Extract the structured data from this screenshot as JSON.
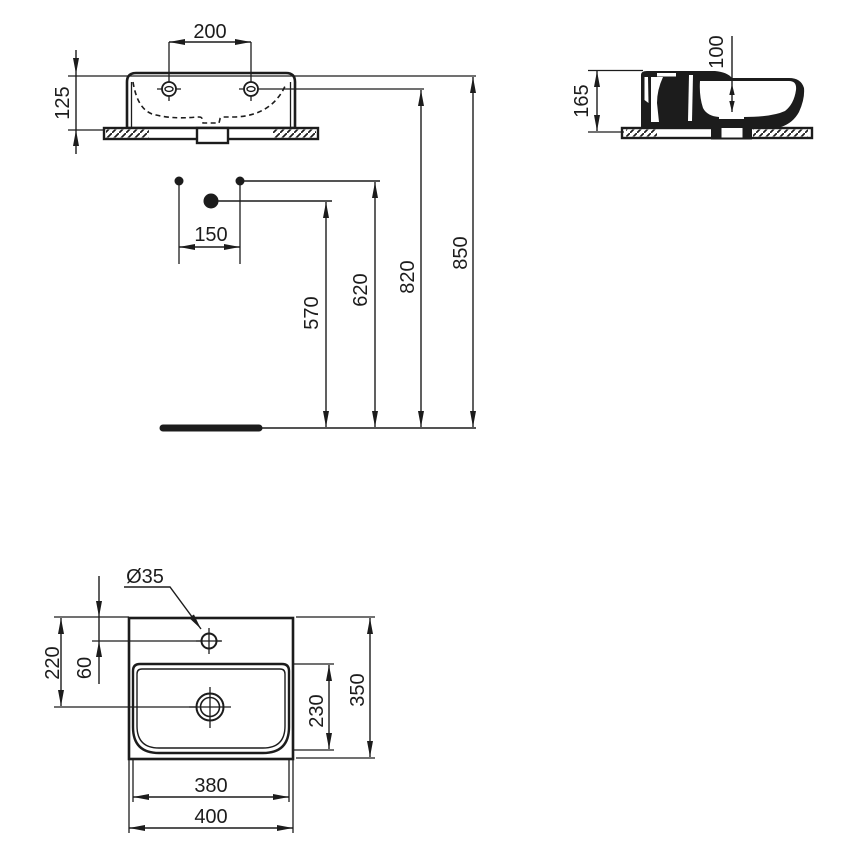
{
  "page": {
    "background": "#ffffff",
    "line_color": "#1c1c1c",
    "description": "Washbasin technical dimension drawing, three views"
  },
  "views": {
    "front_view": {
      "name": "front-elevation",
      "dims": {
        "hole_spacing": "200",
        "apron_height": "125"
      }
    },
    "side_view": {
      "name": "side-section",
      "dims": {
        "total_height": "165",
        "bowl_depth": "100"
      }
    },
    "installation": {
      "name": "installation-heights",
      "dims": {
        "supply_spacing": "150",
        "drain_height": "570",
        "supply_height": "620",
        "fixing_height": "820",
        "rim_height": "850"
      }
    },
    "plan_view": {
      "name": "plan",
      "dims": {
        "tap_hole_diameter": "Ø35",
        "front_to_drain": "220",
        "front_to_tap": "60",
        "bowl_length": "230",
        "overall_depth": "350",
        "bowl_width": "380",
        "overall_width": "400"
      }
    }
  }
}
